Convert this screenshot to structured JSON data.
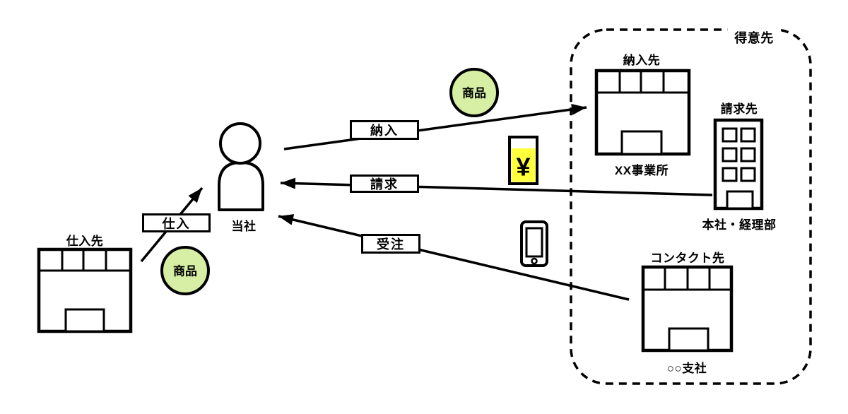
{
  "colors": {
    "goods_fill": "#d6efa5",
    "money_fill": "#ffff3d",
    "line": "#000000",
    "background": "#ffffff"
  },
  "entities": {
    "supplier": {
      "name": "仕入先"
    },
    "our_company": {
      "name": "当社"
    },
    "customer_group": {
      "name": "得意先"
    },
    "delivery_destination": {
      "name": "納入先",
      "site": "XX事業所"
    },
    "billing_destination": {
      "name": "請求先",
      "site": "本社・経理部"
    },
    "contact_destination": {
      "name": "コンタクト先",
      "site": "○○支社"
    }
  },
  "flows": {
    "purchase": {
      "label": "仕入"
    },
    "delivery": {
      "label": "納入"
    },
    "billing": {
      "label": "請求"
    },
    "order_receipt": {
      "label": "受注"
    }
  },
  "tokens": {
    "goods_purchase": {
      "label": "商品"
    },
    "goods_delivery": {
      "label": "商品"
    },
    "money": {
      "symbol": "¥"
    }
  }
}
